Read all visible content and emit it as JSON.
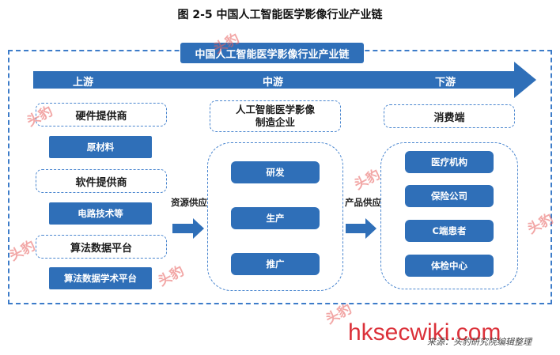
{
  "figure_title": "图  2-5  中国人工智能医学影像行业产业链",
  "chain_title": "中国人工智能医学影像行业产业链",
  "stages": {
    "upstream": "上游",
    "midstream": "中游",
    "downstream": "下游"
  },
  "upstream": {
    "hardware_supplier": "硬件提供商",
    "raw_materials": "原材料",
    "software_supplier": "软件提供商",
    "circuit_tech": "电路技术等",
    "algorithm_data_platform": "算法数据平台",
    "algorithm_academic_platform": "算法数据学术平台"
  },
  "midstream": {
    "manufacturers": "人工智能医学影像\n制造企业",
    "rnd": "研发",
    "production": "生产",
    "promotion": "推广"
  },
  "downstream": {
    "consumer_end": "消费端",
    "medical_institutions": "医疗机构",
    "insurance_companies": "保险公司",
    "c_end_patients": "C端患者",
    "physical_exam_centers": "体检中心"
  },
  "flows": {
    "resource_supply": "资源供应",
    "product_supply": "产品供应"
  },
  "source": "来源：头豹研究院编辑整理",
  "watermark": {
    "logo_text": "头豹",
    "site_text": "hksecwiki.com"
  },
  "colors": {
    "primary_blue": "#2f6fb8",
    "dashed_blue": "#4a86cf",
    "watermark_red": "#d9202a"
  }
}
